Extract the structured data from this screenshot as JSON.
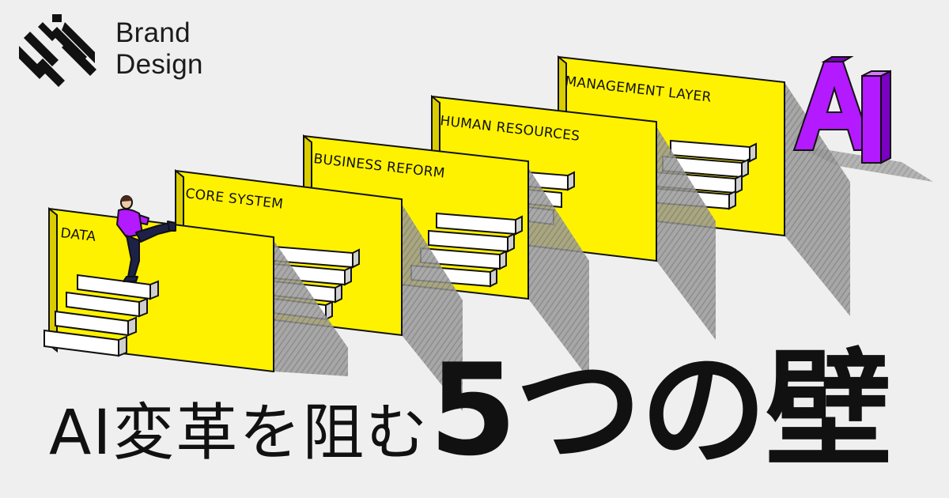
{
  "brand": {
    "logo_icon": "zebra-stripes-logo-icon",
    "line1": "Brand",
    "line2": "Design"
  },
  "walls": [
    {
      "label": "DATA"
    },
    {
      "label": "CORE SYSTEM"
    },
    {
      "label": "BUSINESS REFORM"
    },
    {
      "label": "HUMAN RESOURCES"
    },
    {
      "label": "MANAGEMENT LAYER"
    }
  ],
  "ai_letters": "AI",
  "headline": {
    "part1": "AI変革を阻む",
    "part2": "5つの壁"
  },
  "colors": {
    "background": "#efefef",
    "wall": "#fff200",
    "wall_side": "#d9cc00",
    "ai_purple": "#b31aff",
    "ai_purple_dark": "#7a00c2",
    "person_shirt": "#b31aff",
    "person_pants": "#1e2147",
    "ink": "#111111"
  }
}
